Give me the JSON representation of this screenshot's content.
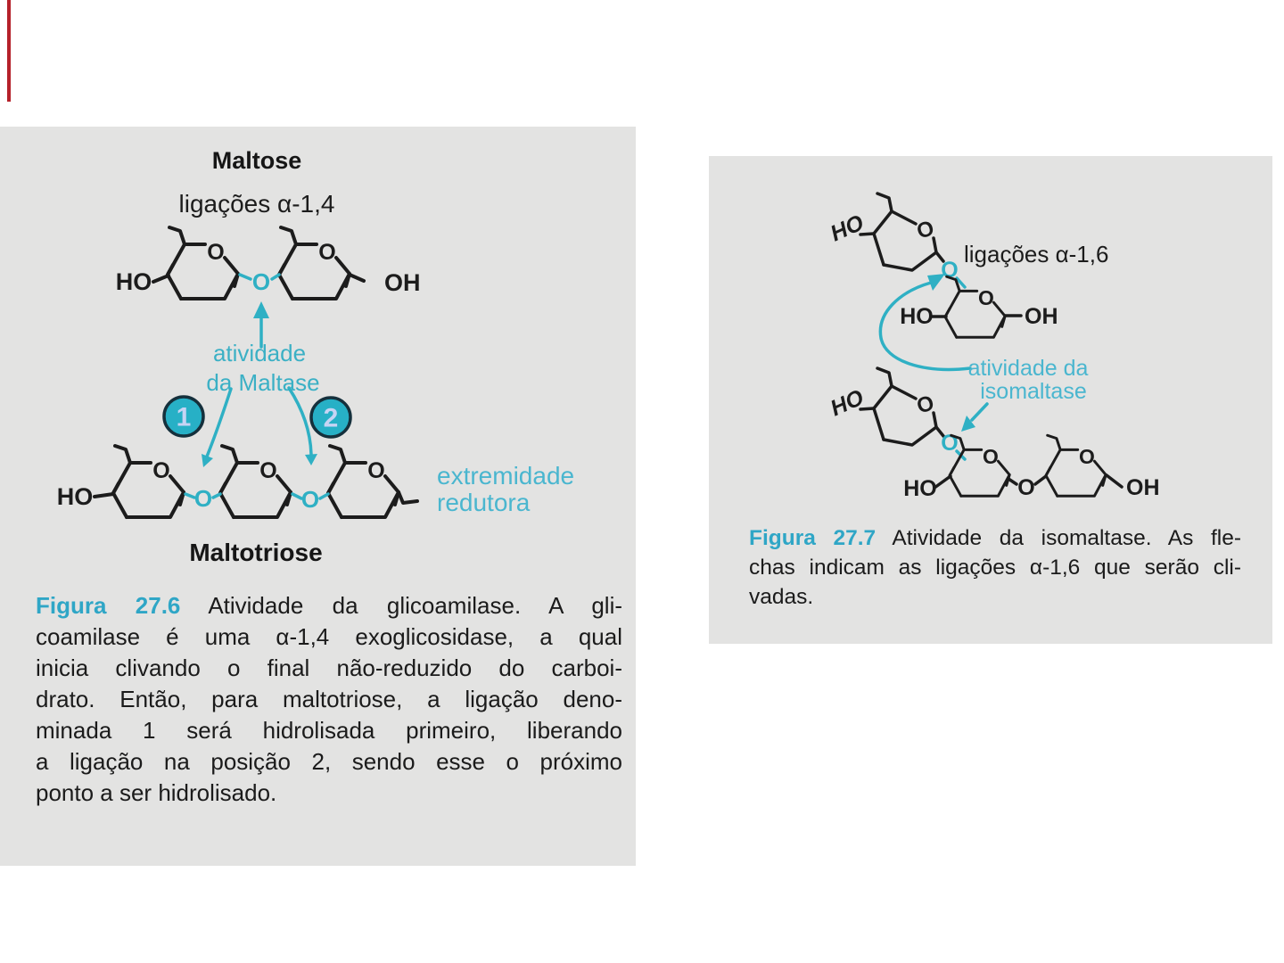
{
  "page": {
    "background": "#ffffff",
    "red_mark_color": "#b5212a",
    "panel_background": "#e3e3e2"
  },
  "colors": {
    "ink": "#1c1c1c",
    "teal": "#2fb0c4",
    "teal_light": "#4ab6cf",
    "caption_label_teal": "#2fa6c6",
    "marker_fill": "#27b0c6",
    "marker_stroke": "#15303c",
    "marker_number": "#c7d4f4"
  },
  "figure_276": {
    "title": "Maltose",
    "bond_type_label": "ligações α-1,4",
    "atoms": {
      "ho": "HO",
      "oh": "OH",
      "ring_oxygen": "O",
      "glycosidic_oxygen": "O"
    },
    "activity_line1": "atividade",
    "activity_line2": "da Maltase",
    "site_marker_1": "1",
    "site_marker_2": "2",
    "reducing_end_line1": "extremidade",
    "reducing_end_line2": "redutora",
    "product_title": "Maltotriose",
    "caption_label": "Figura 27.6",
    "caption_lines": [
      " Atividade da glicoamilase. A gli-",
      "coamilase é uma α-1,4 exoglicosidase, a qual",
      "inicia clivando o final não-reduzido do carboi-",
      "drato. Então, para maltotriose, a ligação deno-",
      "minada 1 será hidrolisada primeiro, liberando",
      "a ligação na posição 2, sendo esse o próximo",
      "ponto a ser hidrolisado."
    ]
  },
  "figure_277": {
    "bond_type_label": "ligações α-1,6",
    "atoms": {
      "ho": "HO",
      "oh": "OH",
      "ring_oxygen": "O",
      "glycosidic_oxygen": "O",
      "linkage_oxygen": "O"
    },
    "activity_line1": "atividade da",
    "activity_line2": "isomaltase",
    "caption_label": "Figura 27.7",
    "caption_lines": [
      " Atividade da isomaltase. As fle-",
      "chas indicam as ligações α-1,6 que serão cli-",
      "vadas."
    ]
  }
}
